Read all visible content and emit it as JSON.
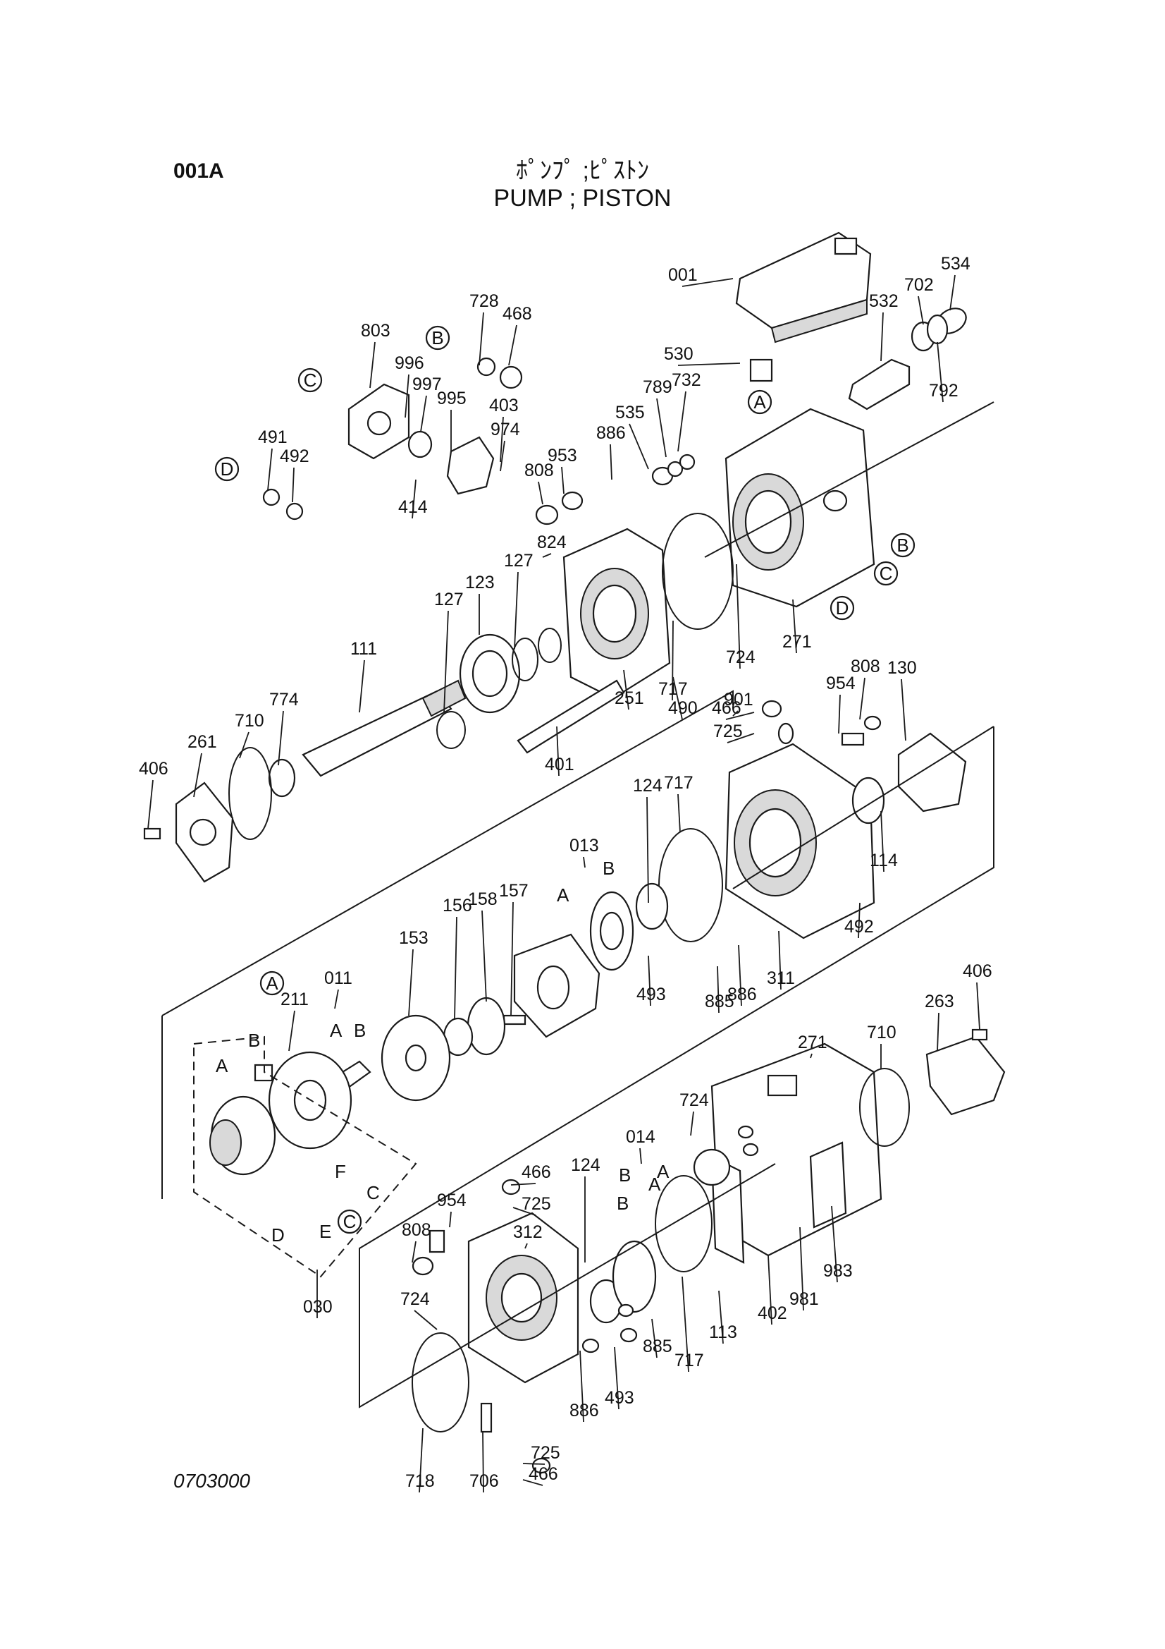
{
  "header": {
    "code": "001A",
    "title_jp": "ﾎﾟﾝﾌﾟ ;ﾋﾟｽﾄﾝ",
    "title_en": "PUMP ; PISTON"
  },
  "footer": {
    "ref": "0703000"
  },
  "labels": [
    "001",
    "534",
    "702",
    "532",
    "792",
    "728",
    "468",
    "803",
    "996",
    "997",
    "995",
    "403",
    "974",
    "414",
    "491",
    "492",
    "530",
    "732",
    "789",
    "535",
    "886",
    "953",
    "808",
    "824",
    "127",
    "123",
    "127",
    "111",
    "774",
    "710",
    "261",
    "406",
    "717",
    "490",
    "251",
    "401",
    "724",
    "271",
    "466",
    "901",
    "725",
    "954",
    "808",
    "130",
    "114",
    "492",
    "124",
    "717",
    "013",
    "158",
    "157",
    "156",
    "153",
    "493",
    "885",
    "886",
    "311",
    "011",
    "211",
    "406",
    "263",
    "710",
    "271",
    "724",
    "014",
    "466",
    "725",
    "124",
    "954",
    "312",
    "808",
    "724",
    "113",
    "402",
    "981",
    "983",
    "717",
    "885",
    "493",
    "886",
    "725",
    "466",
    "718",
    "706",
    "030"
  ],
  "letters": [
    "A",
    "B",
    "A",
    "B",
    "B",
    "A",
    "A",
    "B",
    "F",
    "C",
    "E",
    "D",
    "B",
    "A"
  ],
  "circles": [
    "B",
    "C",
    "D",
    "A",
    "B",
    "C",
    "D",
    "A",
    "C"
  ]
}
